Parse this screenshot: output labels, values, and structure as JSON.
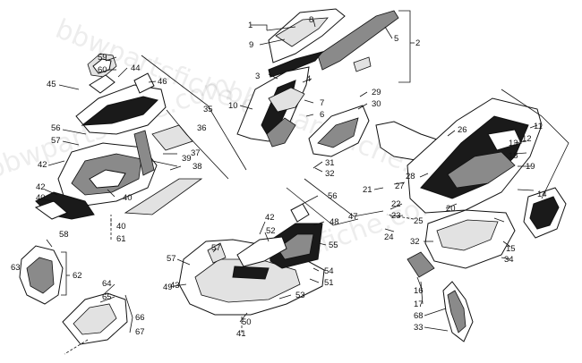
{
  "watermarks": [
    "bbwpartsfiche.com",
    "bbwpartsfiche.com",
    "bbwpartsfiche.com",
    "bbwpartsfiche.com"
  ],
  "callouts": [
    "1",
    "2",
    "3",
    "4",
    "5",
    "6",
    "7",
    "8",
    "9",
    "10",
    "11",
    "12",
    "13",
    "14",
    "15",
    "16",
    "17",
    "18",
    "19",
    "20",
    "21",
    "22",
    "23",
    "24",
    "25",
    "26",
    "27",
    "28",
    "29",
    "30",
    "31",
    "32",
    "32",
    "33",
    "34",
    "35",
    "36",
    "37",
    "38",
    "39",
    "40",
    "40",
    "40",
    "41",
    "42",
    "42",
    "42",
    "43",
    "44",
    "45",
    "46",
    "47",
    "48",
    "49",
    "50",
    "51",
    "52",
    "53",
    "54",
    "55",
    "56",
    "56",
    "57",
    "57",
    "57",
    "58",
    "59",
    "60",
    "61",
    "62",
    "63",
    "64",
    "65",
    "66",
    "67",
    "68"
  ]
}
